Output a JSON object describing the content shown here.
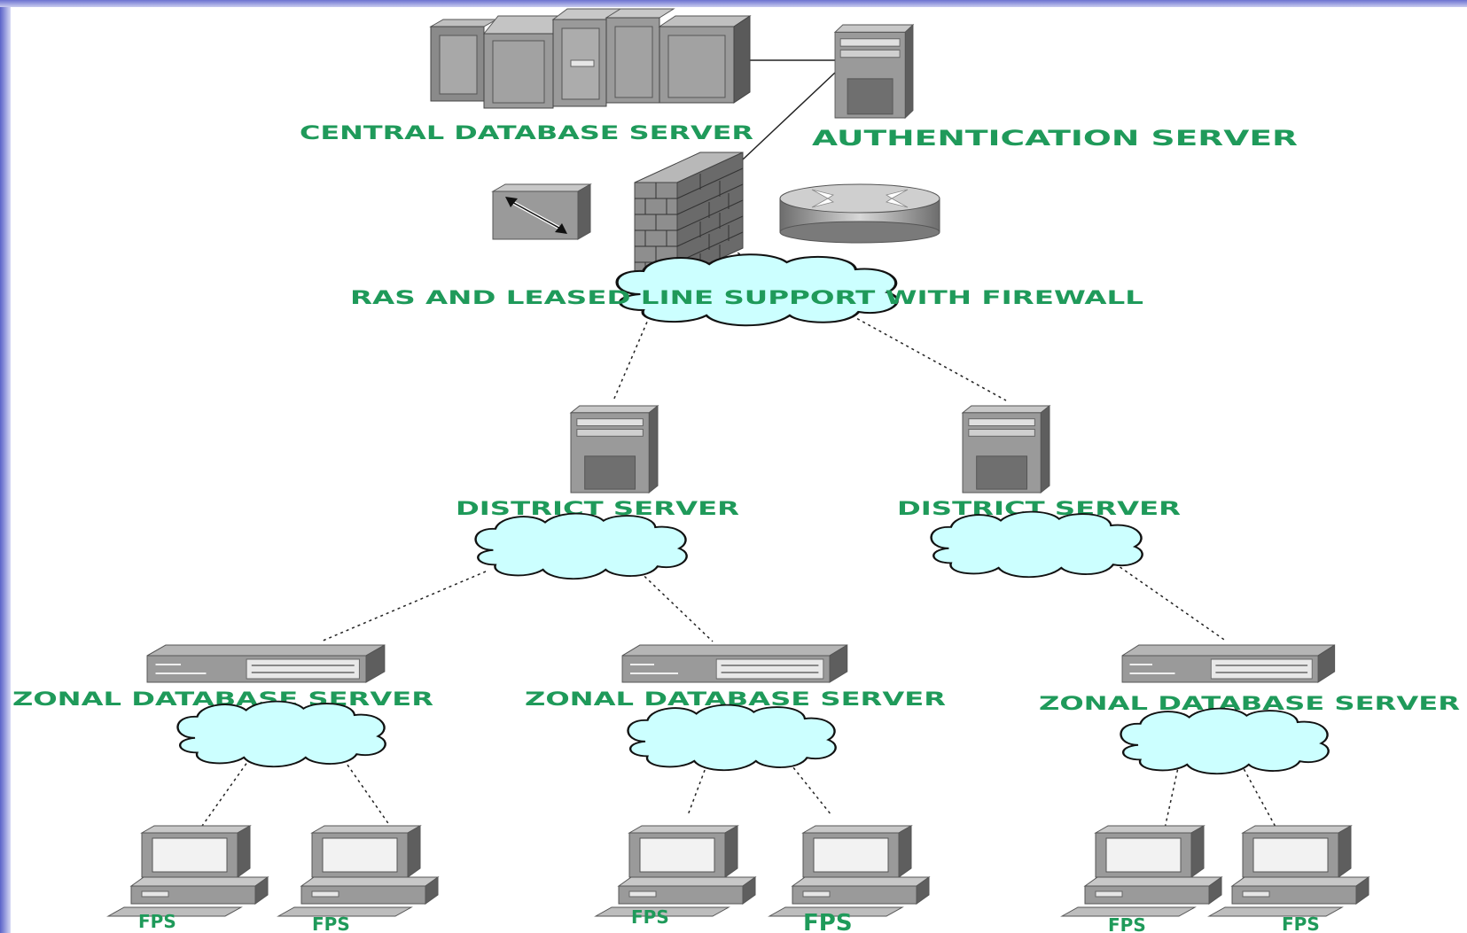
{
  "nodes": {
    "central_db": {
      "label": "CENTRAL DATABASE SERVER"
    },
    "auth": {
      "label": "AUTHENTICATION SERVER"
    },
    "ras": {
      "label": "RAS AND LEASED LINE SUPPORT WITH FIREWALL"
    },
    "district_left": {
      "label": "DISTRICT SERVER"
    },
    "district_right": {
      "label": "DISTRICT SERVER"
    },
    "zonal_left": {
      "label": "ZONAL DATABASE SERVER"
    },
    "zonal_mid": {
      "label": "ZONAL DATABASE SERVER"
    },
    "zonal_right": {
      "label": "ZONAL DATABASE SERVER"
    },
    "fps": [
      "FPS",
      "FPS",
      "FPS",
      "FPS",
      "FPS",
      "FPS"
    ]
  },
  "colors": {
    "label_green": "#1f9a5a",
    "cloud_fill": "#ccffff",
    "device_gray": "#8a8a8a",
    "frame_blue": "#7a80d8"
  }
}
